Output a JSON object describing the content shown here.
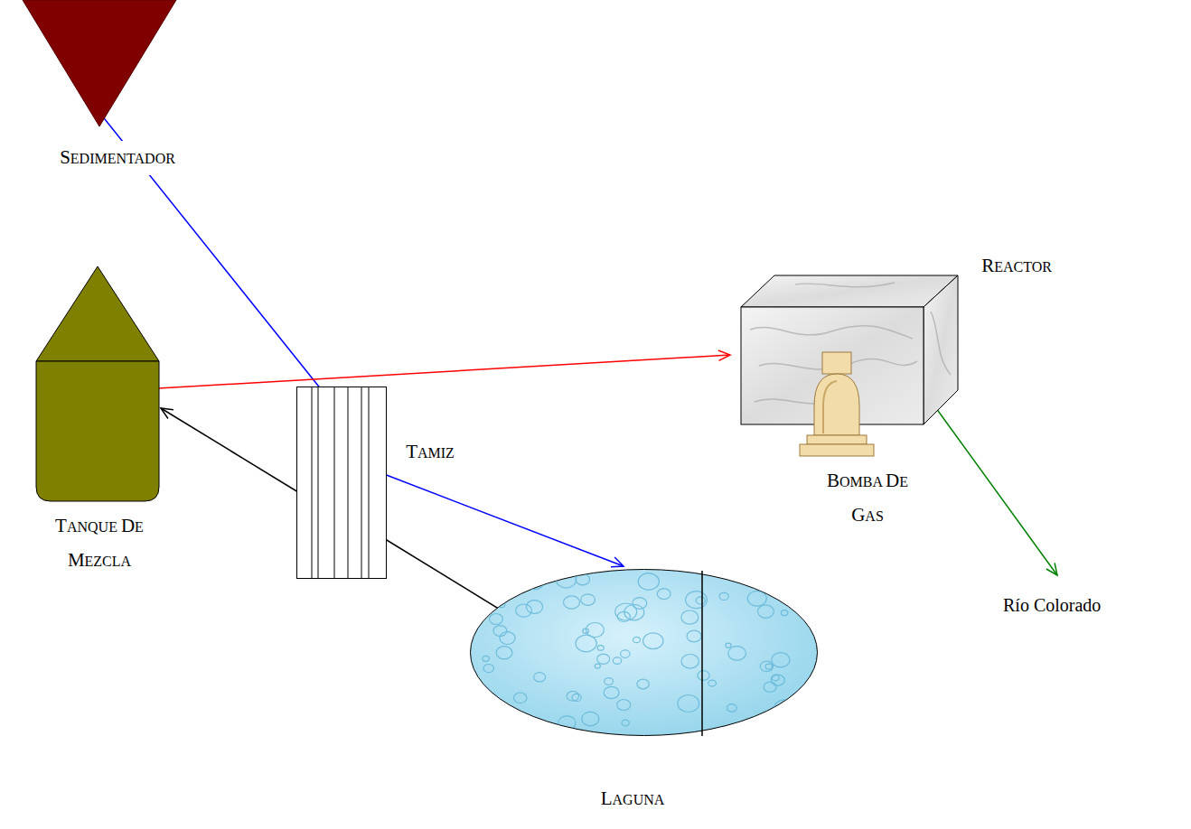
{
  "diagram": {
    "nodes": [
      {
        "text": [
          "SEDIMENTADOR"
        ]
      },
      {
        "text": [
          "REACTOR"
        ]
      },
      {
        "text": [
          "TANQUE DE MEZCLA"
        ]
      },
      {
        "text": [
          "TAMIZ"
        ]
      },
      {
        "text": [
          "BOMBA DE GAS"
        ]
      },
      {
        "text": [
          "Río Colorado"
        ]
      },
      {
        "text": [
          "LAGUNA"
        ]
      }
    ],
    "edges": [
      {
        "from": 0,
        "to": 3,
        "arrow": "to"
      },
      {
        "from": 3,
        "to": 6,
        "arrow": "to"
      },
      {
        "from": 6,
        "to": 3,
        "arrow": "to"
      },
      {
        "from": 3,
        "to": 2,
        "arrow": "to"
      },
      {
        "from": 2,
        "to": 1,
        "arrow": "to"
      },
      {
        "from": 1,
        "to": 5,
        "arrow": "to"
      }
    ]
  }
}
